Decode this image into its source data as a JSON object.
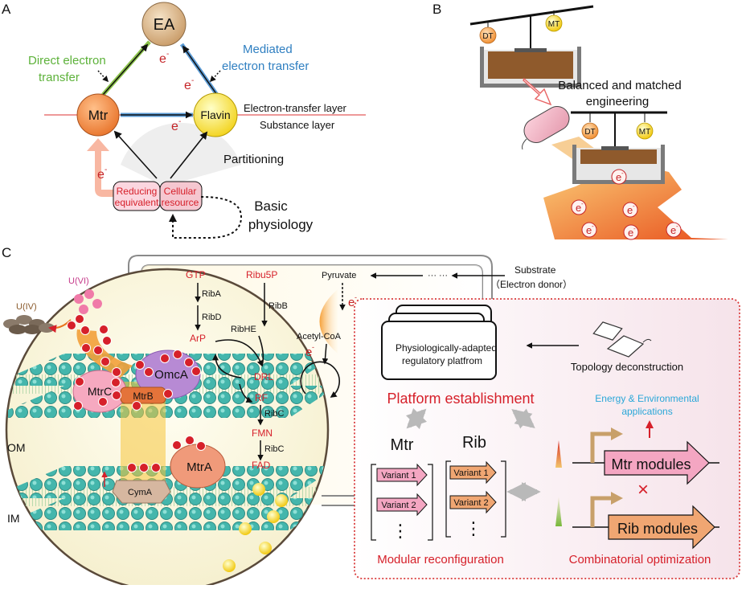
{
  "panelA": {
    "letter": "A",
    "ea": "EA",
    "direct_l1": "Direct electron",
    "direct_l2": "transfer",
    "mediated_l1": "Mediated",
    "mediated_l2": "electron transfer",
    "mtr": "Mtr",
    "flavin": "Flavin",
    "electron": "e",
    "electron_sup": "-",
    "layer_top": "Electron-transfer layer",
    "layer_bottom": "Substance layer",
    "partitioning": "Partitioning",
    "reducing_l1": "Reducing",
    "reducing_l2": "equivalent",
    "cellular_l1": "Cellular",
    "cellular_l2": "resource",
    "basic_l1": "Basic",
    "basic_l2": "physiology"
  },
  "panelB": {
    "letter": "B",
    "dt": "DT",
    "mt": "MT",
    "balanced_l1": "Balanced and matched",
    "balanced_l2": "engineering",
    "electron": "e",
    "electron_sup": "-"
  },
  "panelC": {
    "letter": "C",
    "uvi": "U(VI)",
    "uiv": "U(IV)",
    "omca": "OmcA",
    "mtrc": "MtrC",
    "mtrb": "MtrB",
    "mtra": "MtrA",
    "cyma": "CymA",
    "om": "OM",
    "im": "IM",
    "gtp": "GTP",
    "ribu5p": "Ribu5P",
    "riba": "RibA",
    "ribb": "RibB",
    "ribd": "RibD",
    "ribhe": "RibHE",
    "arp": "ArP",
    "drl": "DRL",
    "rf": "RF",
    "ribc1": "RibC",
    "fmn": "FMN",
    "ribc2": "RibC",
    "fad": "FAD",
    "pyruvate": "Pyruvate",
    "acetylcoa": "Acetyl-CoA",
    "dots": "··· ···",
    "substrate_l1": "Substrate",
    "substrate_l2": "（Electron donor）",
    "platform_l1": "Physiologically-adapted",
    "platform_l2": "regulatory platfrom",
    "topology": "Topology deconstruction",
    "platform_establishment": "Platform establishment",
    "energy_l1": "Energy & Environmental",
    "energy_l2": "applications",
    "mtr_title": "Mtr",
    "rib_title": "Rib",
    "variant1": "Variant 1",
    "variant2": "Variant 2",
    "vdots": "⋮",
    "mtr_modules": "Mtr modules",
    "rib_modules": "Rib modules",
    "cross": "×",
    "modular": "Modular reconfiguration",
    "combinatorial": "Combinatorial optimization"
  },
  "colors": {
    "red": "#d6202a",
    "blue": "#2f7fc1",
    "green": "#6ab83c",
    "cyan": "#2aa7d8",
    "dashed_border": "#d93b3b",
    "mtr_pink": "#f4a6c2",
    "rib_orange": "#f0a672",
    "teal": "#3fb3a6"
  }
}
